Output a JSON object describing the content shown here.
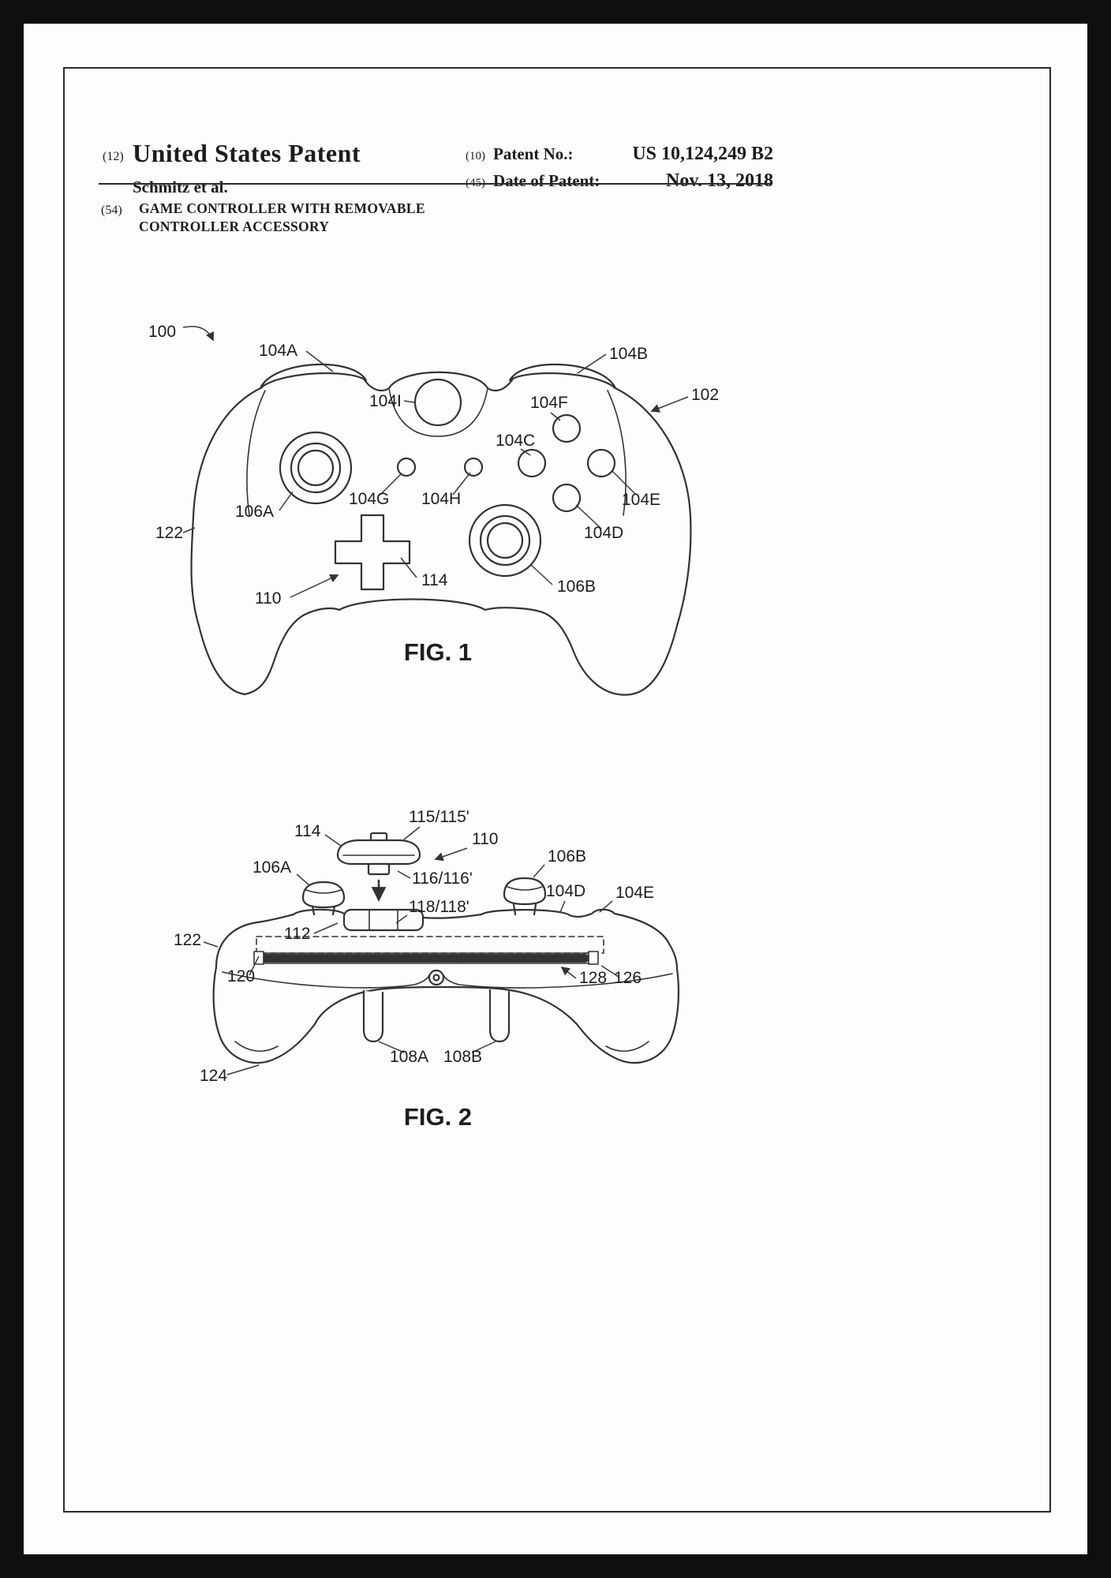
{
  "header": {
    "num12": "(12)",
    "title": "United States Patent",
    "inventor": "Schmitz et al.",
    "num10": "(10)",
    "patent_no_label": "Patent No.:",
    "patent_no_value": "US 10,124,249 B2",
    "num45": "(45)",
    "date_label": "Date of Patent:",
    "date_value": "Nov. 13, 2018"
  },
  "title_section": {
    "num54": "(54)",
    "title_line1": "GAME CONTROLLER WITH REMOVABLE",
    "title_line2": "CONTROLLER ACCESSORY"
  },
  "fig1": {
    "caption": "FIG. 1",
    "refs": {
      "r100": "100",
      "r104A": "104A",
      "r104B": "104B",
      "r102": "102",
      "r104I": "104I",
      "r104F": "104F",
      "r104C": "104C",
      "r104G": "104G",
      "r104H": "104H",
      "r104E": "104E",
      "r106A": "106A",
      "r104D": "104D",
      "r122": "122",
      "r114": "114",
      "r106B": "106B",
      "r110": "110"
    }
  },
  "fig2": {
    "caption": "FIG. 2",
    "refs": {
      "r114": "114",
      "r115": "115/115'",
      "r110": "110",
      "r106A": "106A",
      "r116": "116/116'",
      "r106B": "106B",
      "r104D": "104D",
      "r104E": "104E",
      "r118": "118/118'",
      "r112": "112",
      "r122": "122",
      "r120": "120",
      "r128": "128",
      "r126": "126",
      "r108A": "108A",
      "r108B": "108B",
      "r124": "124"
    }
  },
  "colors": {
    "ink": "#333333",
    "paper": "#fdfdfd",
    "frame": "#0f0f0f"
  }
}
